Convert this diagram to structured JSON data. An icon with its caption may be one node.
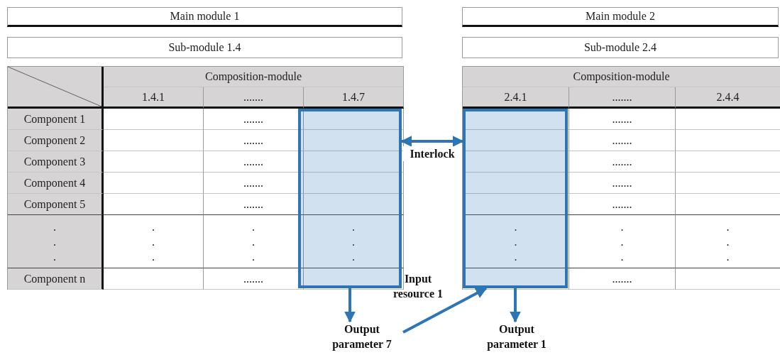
{
  "diagram": {
    "nodes": [
      {
        "text": [
          "Main module 1"
        ]
      },
      {
        "text": [
          "Sub-module 1.4"
        ]
      },
      {
        "text": [
          "Main module 2"
        ]
      },
      {
        "text": [
          "Sub-module 2.4"
        ]
      },
      {
        "text": [],
        "shape": "box"
      },
      {
        "text": [],
        "shape": "box"
      },
      {
        "text": [
          "Output parameter 7"
        ]
      },
      {
        "text": [
          "Output parameter 1"
        ]
      }
    ],
    "edges": [
      {
        "from": 4,
        "to": 5,
        "arrow": "both",
        "label": "Interlock"
      },
      {
        "from": 4,
        "to": 6,
        "arrow": "to"
      },
      {
        "from": 5,
        "to": 7,
        "arrow": "to"
      },
      {
        "from": 6,
        "to": 5,
        "arrow": "to",
        "label": "Input resource 1"
      }
    ],
    "labels": [
      "Composition-module",
      "1.4.1",
      ".......",
      "1.4.7",
      "Component 1",
      ".......",
      "Component 2",
      ".......",
      "Component 3",
      ".......",
      "Component 4",
      ".......",
      "Component 5",
      ".......",
      ". . .",
      ". . .",
      ". . .",
      ". . .",
      "Component n",
      ".......",
      "Composition-module",
      "2.4.1",
      ".......",
      "2.4.4",
      ".......",
      ".......",
      ".......",
      ".......",
      ".......",
      ". . .",
      ". . .",
      ". . .",
      "......."
    ]
  }
}
